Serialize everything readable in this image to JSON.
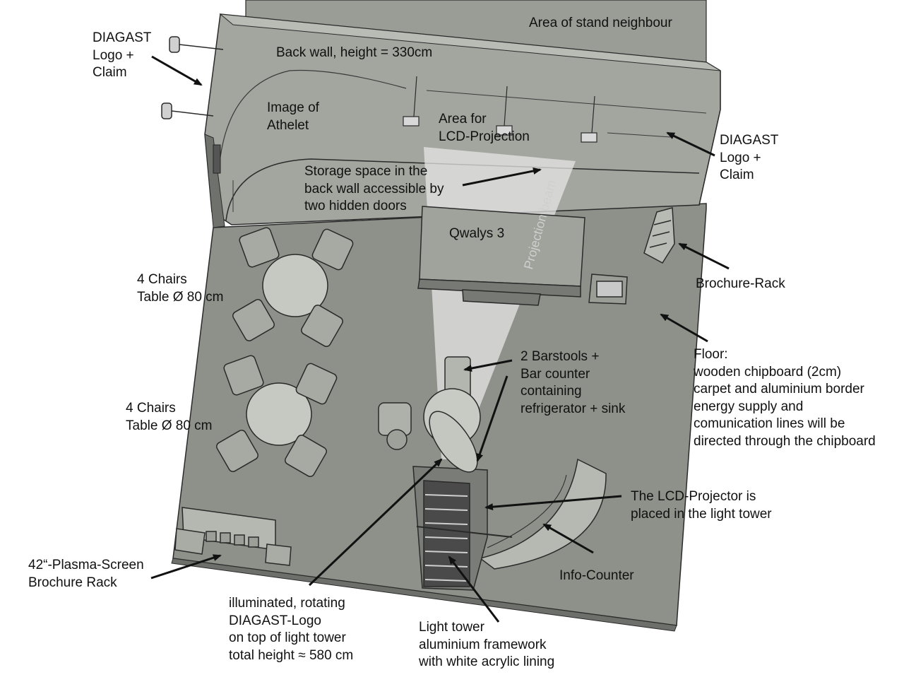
{
  "labels": {
    "neighbour": "Area of stand neighbour",
    "back_wall": "Back wall, height = 330cm",
    "diagast_left": "DIAGAST\nLogo +\nClaim",
    "image_athlete": "Image of\nAthelet",
    "lcd_area": "Area for\nLCD-Projection",
    "diagast_right": "DIAGAST\nLogo +\nClaim",
    "storage": "Storage space in the\nback wall accessible by\ntwo hidden doors",
    "projection_beam": "Projection beam",
    "qwalys": "Qwalys 3",
    "chairs_1": "4 Chairs\nTable Ø 80 cm",
    "chairs_2": "4 Chairs\nTable Ø 80 cm",
    "brochure_rack": "Brochure-Rack",
    "floor": "Floor:\nwooden chipboard (2cm)\ncarpet and aluminium border\nenergy supply and\ncomunication lines will be\ndirected through the chipboard",
    "barstools": "2 Barstools +\nBar counter\ncontaining\nrefrigerator + sink",
    "lcd_projector": "The LCD-Projector is\nplaced in the light tower",
    "plasma": "42“-Plasma-Screen\nBrochure Rack",
    "info_counter": "Info-Counter",
    "rotating_logo": "illuminated, rotating\nDIAGAST-Logo\non top of light tower\ntotal height ≈ 580 cm",
    "light_tower": "Light tower\naluminium framework\nwith white acrylic lining"
  },
  "colors": {
    "floor": "#8e918a",
    "wall_front": "#a1a49d",
    "wall_top": "#b9bcb5",
    "neighbour": "#9a9d96",
    "line": "#2a2a2a",
    "beam": "#e9e9e9"
  }
}
